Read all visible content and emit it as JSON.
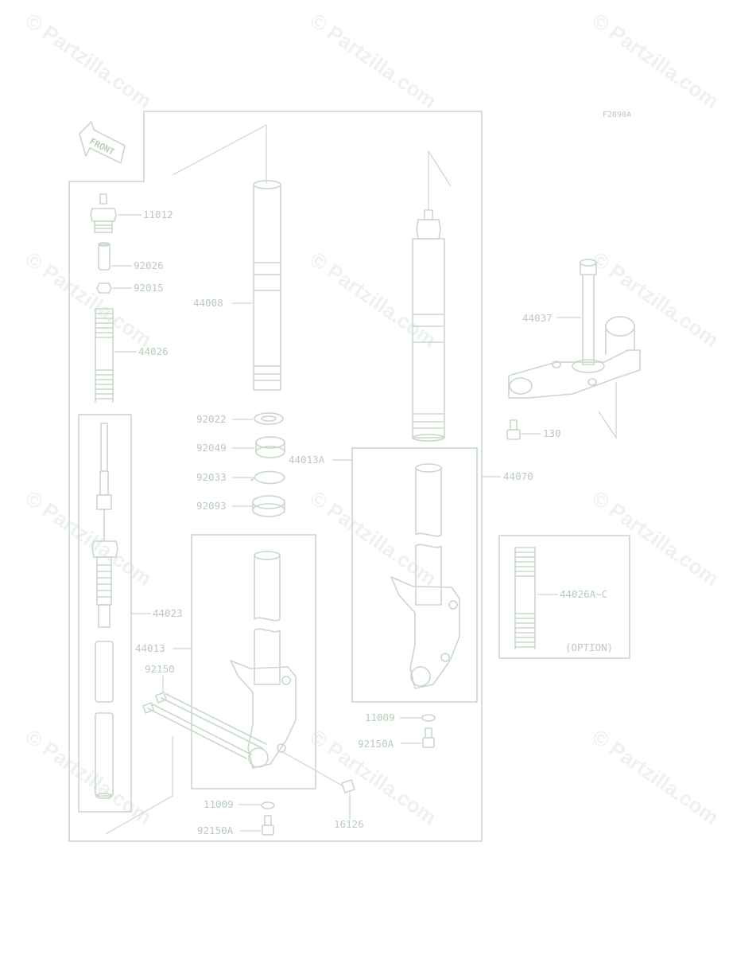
{
  "watermark": "© Partzilla.com",
  "figure_code": "F2890A",
  "front_arrow_label": "FRONT",
  "labels": {
    "p11012": "11012",
    "p92026": "92026",
    "p92015": "92015",
    "p44026": "44026",
    "p44008": "44008",
    "p92022": "92022",
    "p92049": "92049",
    "p92033": "92033",
    "p92093": "92093",
    "p44023": "44023",
    "p44013": "44013",
    "p92150": "92150",
    "p11009_a": "11009",
    "p92150A_a": "92150A",
    "p16126": "16126",
    "p44013A": "44013A",
    "p44070": "44070",
    "p11009_b": "11009",
    "p92150A_b": "92150A",
    "p44037": "44037",
    "p130": "130",
    "p44026AC": "44026A~C",
    "option": "(OPTION)"
  }
}
